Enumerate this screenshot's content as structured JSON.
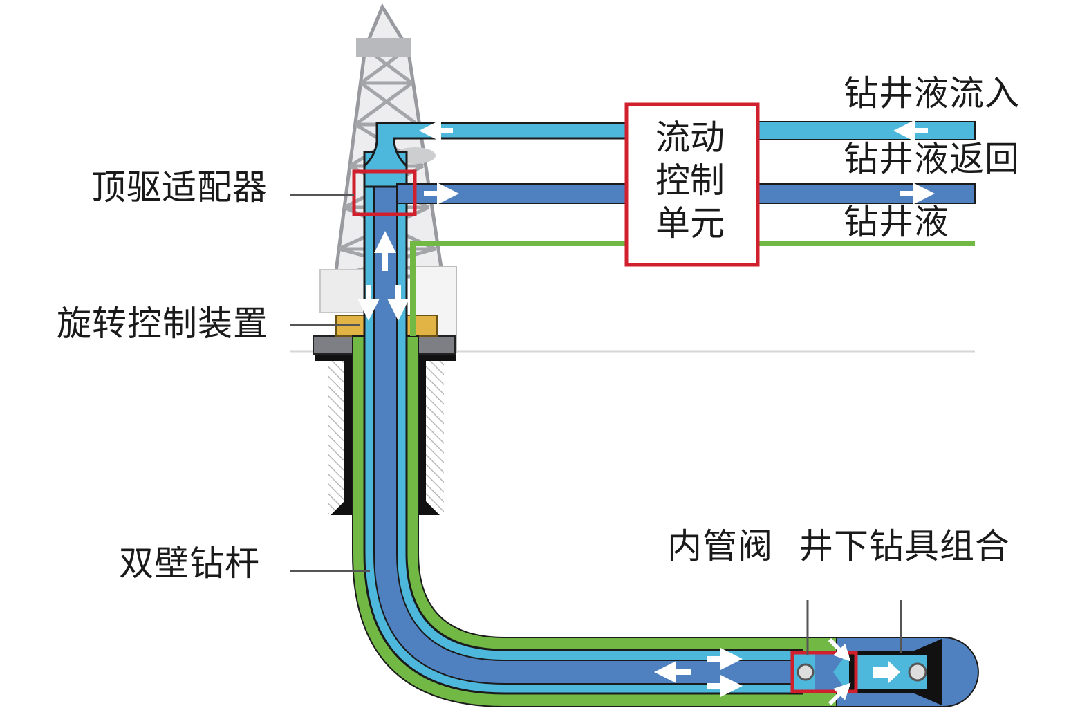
{
  "diagram": {
    "title": "双壁钻杆钻井流体循环示意图",
    "colors": {
      "supply_fluid": "#4db8dc",
      "return_fluid": "#4f80c0",
      "annulus": "#72b845",
      "outline": "#1b1b1b",
      "highlight_box": "#d0202e",
      "derrick": "#9a9ca0",
      "rcd": "#e2b445",
      "wellhead": "#7d7f84"
    },
    "labels": {
      "top_drive_adapter": "顶驱适配器",
      "rotating_control_device": "旋转控制装置",
      "dual_wall_drill_pipe": "双壁钻杆",
      "inner_pipe_valve": "内管阀",
      "bottom_hole_assembly": "井下钻具组合"
    },
    "flow_control_unit": {
      "lines": [
        "流动",
        "控制",
        "单元"
      ]
    },
    "flow_lines": [
      {
        "label": "钻井液流入",
        "type": "supply",
        "direction": "left"
      },
      {
        "label": "钻井液返回",
        "type": "return",
        "direction": "right"
      },
      {
        "label": "钻井液",
        "type": "annulus",
        "direction": "none"
      }
    ]
  }
}
